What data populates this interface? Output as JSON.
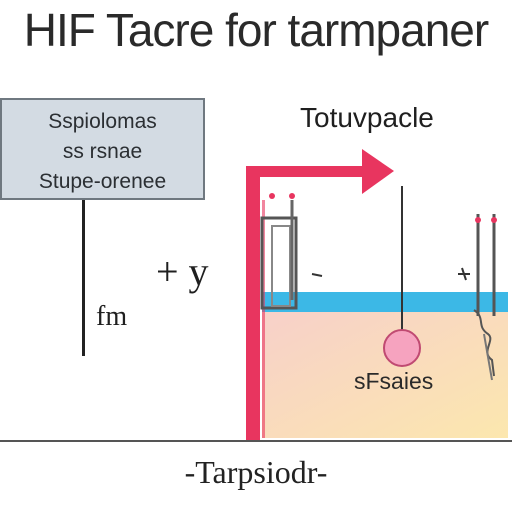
{
  "title": "HIF Tacre for tarmpaner",
  "legend": {
    "lines": [
      "Sspiolomas",
      "ss rsnae",
      "Stupe-orenee"
    ]
  },
  "labels": {
    "plus": "+ y",
    "fm": "fm",
    "right_title": "Totuvpacle",
    "liquid": "sFsaies",
    "bottom": "-Tarpsiodr-"
  },
  "colors": {
    "frame": "#e8355f",
    "water": "#3cb8e6",
    "fill_top": "#f6c8c0",
    "fill_bottom": "#fbe3a0",
    "bubble": "#f6a3bf",
    "legend_bg": "#d3dbe3"
  }
}
